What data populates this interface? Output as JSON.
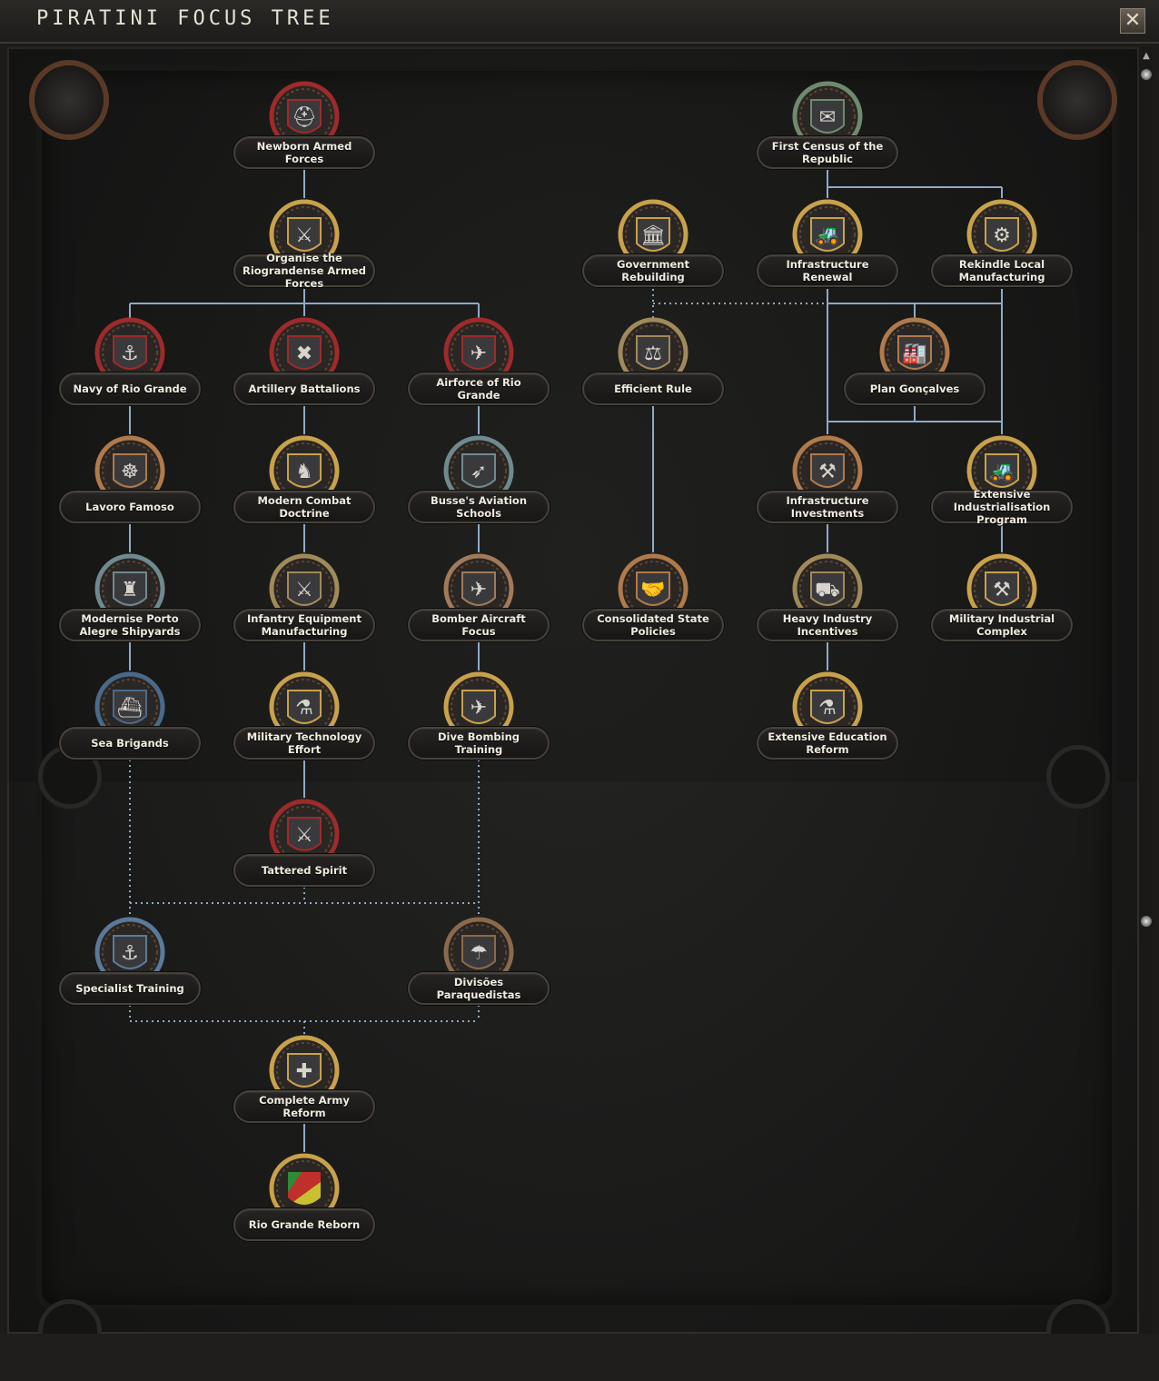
{
  "window": {
    "title": "Piratini Focus Tree",
    "close_glyph": "✕"
  },
  "colors": {
    "line": "#8fa9c6",
    "panel": "#1f1f1d",
    "plate_text": "#f1ece0"
  },
  "focuses": [
    {
      "key": "newborn",
      "label": "Newborn Armed Forces",
      "icon": "helmet-icon",
      "ring": "#9e2a2b",
      "glyph": "⛑"
    },
    {
      "key": "organise",
      "label": "Organise the Riograndense Armed Forces",
      "icon": "soldiers-icon",
      "ring": "#c8a14a",
      "glyph": "⚔"
    },
    {
      "key": "navy",
      "label": "Navy of Rio Grande",
      "icon": "anchor-icon",
      "ring": "#9e2a2b",
      "glyph": "⚓"
    },
    {
      "key": "artillery",
      "label": "Artillery Battalions",
      "icon": "artillery-icon",
      "ring": "#9e2a2b",
      "glyph": "✖"
    },
    {
      "key": "airforce",
      "label": "Airforce of Rio Grande",
      "icon": "propeller-icon",
      "ring": "#9e2a2b",
      "glyph": "✈"
    },
    {
      "key": "lavoro",
      "label": "Lavoro Famoso",
      "icon": "ships-wheel-icon",
      "ring": "#b07a4a",
      "glyph": "☸"
    },
    {
      "key": "modern_combat",
      "label": "Modern Combat Doctrine",
      "icon": "knight-chess-icon",
      "ring": "#c8a14a",
      "glyph": "♞"
    },
    {
      "key": "busse",
      "label": "Busse's Aviation Schools",
      "icon": "aircraft-formation-icon",
      "ring": "#6f8a8f",
      "glyph": "➶"
    },
    {
      "key": "porto_alegre",
      "label": "Modernise Porto Alegre Shipyards",
      "icon": "shipyard-icon",
      "ring": "#6f8a8f",
      "glyph": "♜"
    },
    {
      "key": "infantry_equip",
      "label": "Infantry Equipment Manufacturing",
      "icon": "rifles-icon",
      "ring": "#a08a5a",
      "glyph": "⚔"
    },
    {
      "key": "bomber",
      "label": "Bomber Aircraft Focus",
      "icon": "bomber-icon",
      "ring": "#a07a5a",
      "glyph": "✈"
    },
    {
      "key": "sea_brigands",
      "label": "Sea Brigands",
      "icon": "submarine-icon",
      "ring": "#4a6a8a",
      "glyph": "⛴"
    },
    {
      "key": "mil_tech",
      "label": "Military Technology Effort",
      "icon": "flask-icon",
      "ring": "#c8a14a",
      "glyph": "⚗"
    },
    {
      "key": "dive_bombing",
      "label": "Dive Bombing Training",
      "icon": "dive-bomber-icon",
      "ring": "#c8a14a",
      "glyph": "✈"
    },
    {
      "key": "tattered",
      "label": "Tattered Spirit",
      "icon": "crossed-swords-icon",
      "ring": "#9e2a2b",
      "glyph": "⚔"
    },
    {
      "key": "specialist",
      "label": "Specialist Training",
      "icon": "anchor-wreath-icon",
      "ring": "#5a7a9a",
      "glyph": "⚓"
    },
    {
      "key": "paraquedistas",
      "label": "Divisões Paraquedistas",
      "icon": "parachute-icon",
      "ring": "#8a6a4a",
      "glyph": "☂"
    },
    {
      "key": "army_reform",
      "label": "Complete Army Reform",
      "icon": "sword-cross-icon",
      "ring": "#c8a14a",
      "glyph": "✚"
    },
    {
      "key": "rio_grande",
      "label": "Rio Grande Reborn",
      "icon": "rio-grande-flag-icon",
      "ring": "#c8a14a",
      "glyph": ""
    },
    {
      "key": "gov_rebuild",
      "label": "Government Rebuilding",
      "icon": "parliament-icon",
      "ring": "#c8a14a",
      "glyph": "🏛"
    },
    {
      "key": "efficient",
      "label": "Efficient Rule",
      "icon": "scales-icon",
      "ring": "#a08a5a",
      "glyph": "⚖"
    },
    {
      "key": "consolidated",
      "label": "Consolidated State Policies",
      "icon": "handshake-icon",
      "ring": "#b07a4a",
      "glyph": "🤝"
    },
    {
      "key": "census",
      "label": "First Census of the Republic",
      "icon": "census-icon",
      "ring": "#6f8a6f",
      "glyph": "✉"
    },
    {
      "key": "infra_renewal",
      "label": "Infrastructure Renewal",
      "icon": "rail-bulldozer-icon",
      "ring": "#c8a14a",
      "glyph": "🚜"
    },
    {
      "key": "rekindle",
      "label": "Rekindle Local Manufacturing",
      "icon": "factory-helmet-icon",
      "ring": "#c8a14a",
      "glyph": "⚙"
    },
    {
      "key": "plan_goncalves",
      "label": "Plan Gonçalves",
      "icon": "city-icon",
      "ring": "#b07a4a",
      "glyph": "🏭"
    },
    {
      "key": "infra_invest",
      "label": "Infrastructure Investments",
      "icon": "industry-icon",
      "ring": "#b07a4a",
      "glyph": "⚒"
    },
    {
      "key": "ext_industrial",
      "label": "Extensive Industrialisation Program",
      "icon": "bulldozer-icon",
      "ring": "#c8a14a",
      "glyph": "🚜"
    },
    {
      "key": "heavy_industry",
      "label": "Heavy Industry Incentives",
      "icon": "tank-icon",
      "ring": "#a08a5a",
      "glyph": "⛟"
    },
    {
      "key": "mil_industrial",
      "label": "Military Industrial Complex",
      "icon": "compass-icon",
      "ring": "#c8a14a",
      "glyph": "⚒"
    },
    {
      "key": "education",
      "label": "Extensive Education Reform",
      "icon": "flask-icon",
      "ring": "#c8a14a",
      "glyph": "⚗"
    }
  ]
}
